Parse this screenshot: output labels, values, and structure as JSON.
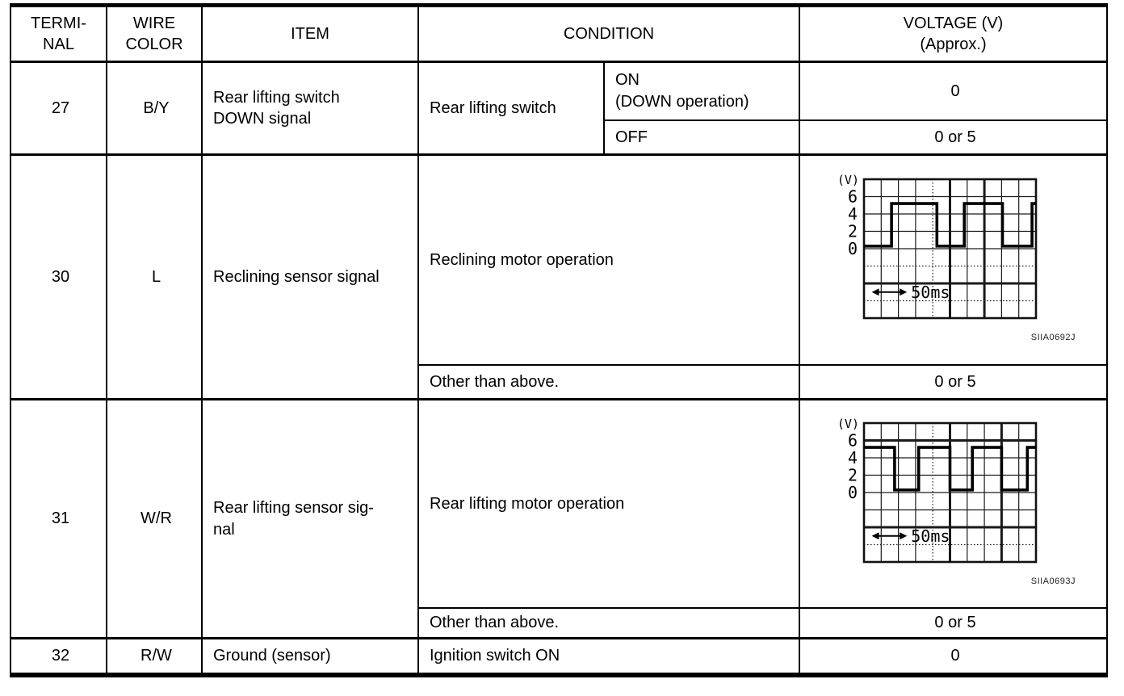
{
  "header": {
    "terminal": "TERMI-\nNAL",
    "wire_color": "WIRE\nCOLOR",
    "item": "ITEM",
    "condition": "CONDITION",
    "voltage": "VOLTAGE (V)\n(Approx.)"
  },
  "rows": {
    "r27": {
      "terminal": "27",
      "wire_color": "B/Y",
      "item": "Rear lifting switch\nDOWN signal",
      "condition": "Rear lifting switch",
      "sub_on_condition": "ON\n(DOWN operation)",
      "sub_on_voltage": "0",
      "sub_off_condition": "OFF",
      "sub_off_voltage": "0 or 5"
    },
    "r30": {
      "terminal": "30",
      "wire_color": "L",
      "item": "Reclining sensor signal",
      "condition": "Reclining motor operation",
      "other_condition": "Other than above.",
      "other_voltage": "0 or 5"
    },
    "r31": {
      "terminal": "31",
      "wire_color": "W/R",
      "item": "Rear lifting sensor sig-\nnal",
      "condition": "Rear lifting motor operation",
      "other_condition": "Other than above.",
      "other_voltage": "0 or 5"
    },
    "r32": {
      "terminal": "32",
      "wire_color": "R/W",
      "item": "Ground (sensor)",
      "condition": "Ignition switch ON",
      "voltage": "0"
    }
  },
  "chart_data": [
    {
      "id": "reclining-sensor-waveform",
      "type": "line",
      "subtype": "square-wave",
      "title": "Reclining sensor signal during reclining motor operation",
      "ylabel": "(V)",
      "yticks": [
        "6",
        "4",
        "2",
        "0"
      ],
      "ytick_values": [
        6,
        4,
        2,
        0
      ],
      "volts_per_div": 2,
      "grid_cols": 10,
      "grid_rows": 8,
      "top_line_value": 8,
      "thick_h_rows": [
        6
      ],
      "dotted_h_rows": [
        5,
        7
      ],
      "thick_v_cols": [
        5,
        7
      ],
      "dotted_v_cols": [
        4
      ],
      "start_level": "low",
      "transitions_frac": [
        0.16,
        0.424,
        0.583,
        0.805,
        0.977
      ],
      "high_v": 5.2,
      "low_v": 0.3,
      "time_label": "50ms",
      "time_arrow_row": 7,
      "time_arrow_from_frac": 0.045,
      "time_arrow_to_frac": 0.25,
      "caption": "SIIA0692J"
    },
    {
      "id": "rear-lifting-sensor-waveform",
      "type": "line",
      "subtype": "square-wave",
      "title": "Rear lifting sensor signal during rear lifting motor operation",
      "ylabel": "(V)",
      "yticks": [
        "6",
        "4",
        "2",
        "0"
      ],
      "ytick_values": [
        6,
        4,
        2,
        0
      ],
      "volts_per_div": 2,
      "grid_cols": 10,
      "grid_rows": 8,
      "top_line_value": 8,
      "thick_h_rows": [
        1,
        6
      ],
      "dotted_h_rows": [
        7
      ],
      "thick_v_cols": [
        5,
        8
      ],
      "dotted_v_cols": [
        4
      ],
      "start_level": "high",
      "transitions_frac": [
        0.178,
        0.318,
        0.5,
        0.63,
        0.8,
        0.95
      ],
      "high_v": 5.2,
      "low_v": 0.3,
      "time_label": "50ms",
      "time_arrow_row": 7,
      "time_arrow_from_frac": 0.045,
      "time_arrow_to_frac": 0.25,
      "caption": "SIIA0693J"
    }
  ]
}
